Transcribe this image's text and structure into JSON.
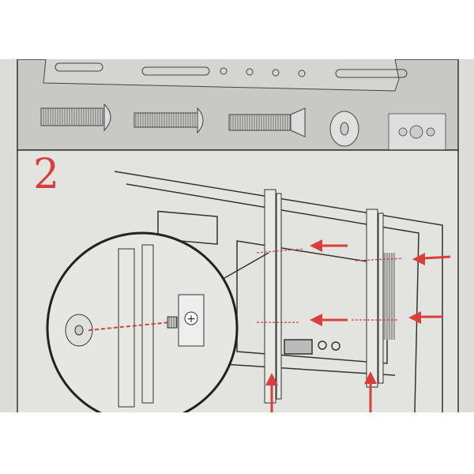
{
  "step": {
    "number": "2"
  },
  "colors": {
    "accent_red": "#d8403c",
    "panel_gray": "#c9c9c6",
    "paper": "#e2e2de",
    "line": "#3a3a3a"
  },
  "parts": [
    "long-round-head-screw",
    "short-round-head-screw",
    "countersunk-screw",
    "washer",
    "spacer-plate"
  ]
}
